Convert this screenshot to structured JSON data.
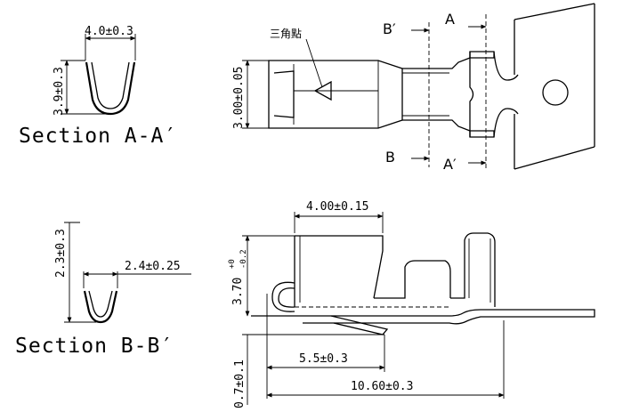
{
  "section_aa": {
    "title": "Section A-A′",
    "width_dim": "4.0±0.3",
    "height_dim": "3.9±0.3"
  },
  "section_bb": {
    "title": "Section B-B′",
    "width_dim": "2.4±0.25",
    "height_dim": "2.3±0.3"
  },
  "top_view": {
    "triangle_note": "三角點",
    "height_dim": "3.00±0.05",
    "label_b_prime_top": "B′",
    "label_b_bottom": "B",
    "label_a_top": "A",
    "label_a_prime_bottom": "A′"
  },
  "side_view": {
    "top_width_dim": "4.00±0.15",
    "height_dim_base": "3.70",
    "height_tol_upper": "+0",
    "height_tol_lower": "-0.2",
    "length_dim": "5.5±0.3",
    "total_length_dim": "10.60±0.3",
    "thickness_dim": "0.7±0.1"
  }
}
